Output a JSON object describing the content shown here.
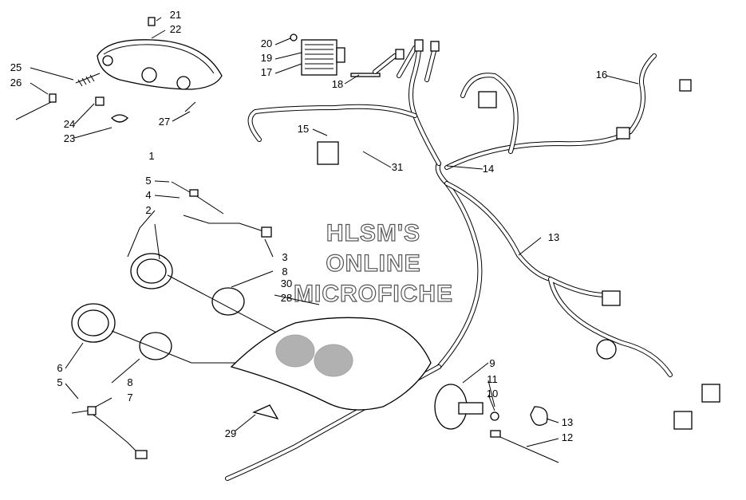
{
  "watermark": [
    "HLSM'S",
    "ONLINE",
    "MICROFICHE"
  ],
  "callouts": [
    "1",
    "2",
    "3",
    "4",
    "5",
    "5",
    "6",
    "7",
    "8",
    "8",
    "9",
    "10",
    "11",
    "12",
    "13",
    "13",
    "14",
    "15",
    "16",
    "17",
    "18",
    "19",
    "20",
    "21",
    "22",
    "23",
    "24",
    "25",
    "26",
    "27",
    "28",
    "29",
    "30",
    "31"
  ]
}
